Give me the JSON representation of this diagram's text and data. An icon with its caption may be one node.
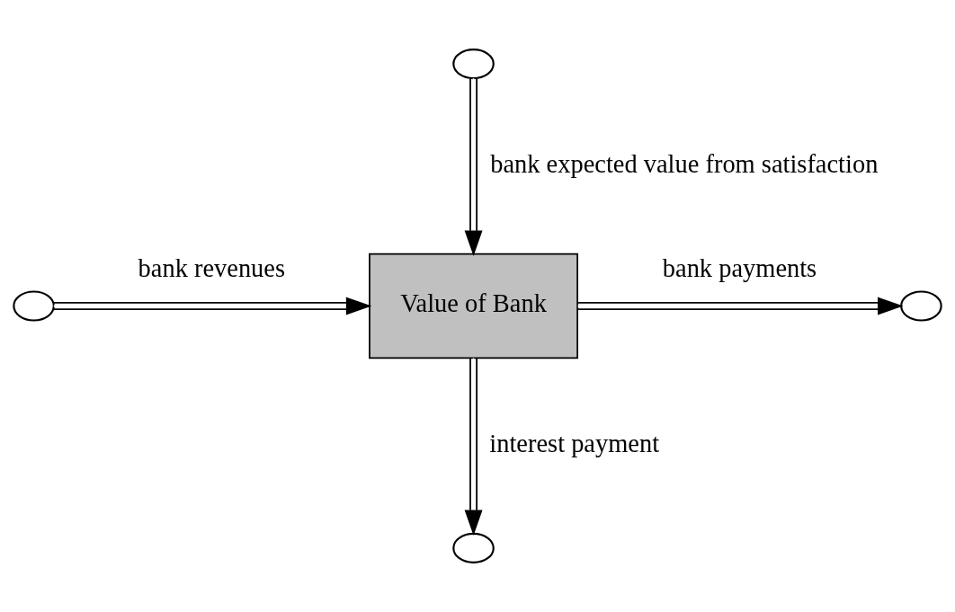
{
  "diagram": {
    "nodes": [
      {
        "text": [],
        "shape": "cloud"
      },
      {
        "text": [],
        "shape": "cloud"
      },
      {
        "text": [
          "Value of Bank"
        ]
      },
      {
        "text": [],
        "shape": "cloud"
      },
      {
        "text": [],
        "shape": "cloud"
      }
    ],
    "edges": [
      {
        "from": 0,
        "to": 2,
        "arrow": "to",
        "label": "bank expected value from satisfaction"
      },
      {
        "from": 1,
        "to": 2,
        "arrow": "to",
        "label": "bank revenues"
      },
      {
        "from": 2,
        "to": 3,
        "arrow": "to",
        "label": "bank payments"
      },
      {
        "from": 2,
        "to": 4,
        "arrow": "to",
        "label": "interest payment"
      }
    ]
  }
}
